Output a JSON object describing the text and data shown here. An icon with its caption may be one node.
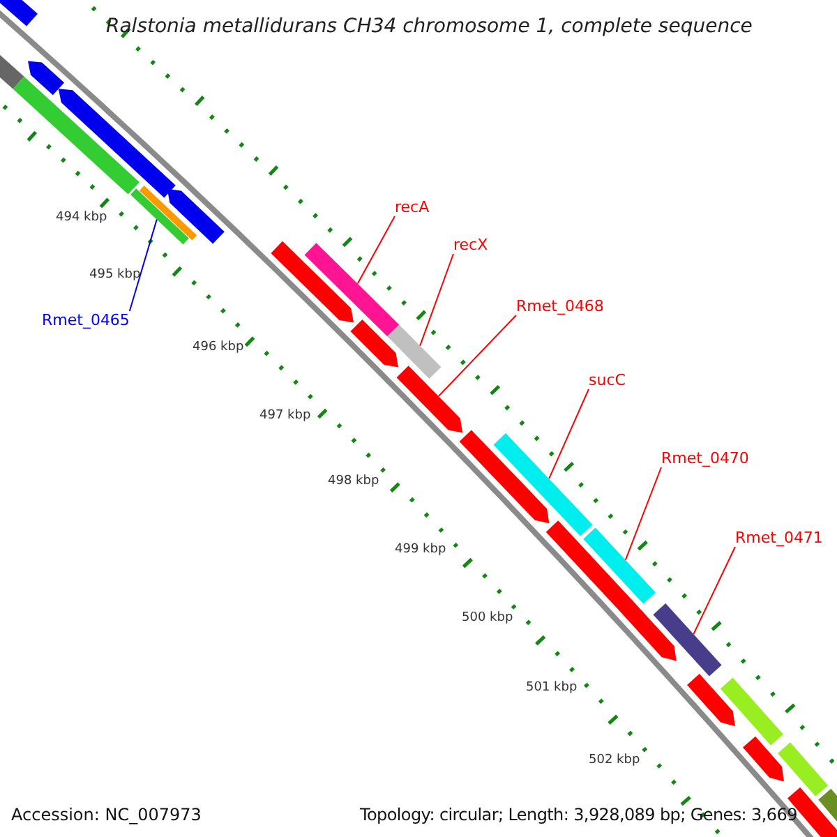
{
  "diagram": {
    "title": "Ralstonia metallidurans CH34 chromosome 1, complete sequence",
    "nodes": [
      {
        "text": [
          "Rmet_0465"
        ]
      },
      {
        "text": [],
        "shape": "bar"
      },
      {
        "text": [
          "recA"
        ]
      },
      {
        "text": [],
        "shape": "bar"
      },
      {
        "text": [
          "recX"
        ]
      },
      {
        "text": [],
        "shape": "bar"
      },
      {
        "text": [
          "Rmet_0468"
        ]
      },
      {
        "text": [],
        "shape": "bar"
      },
      {
        "text": [
          "sucC"
        ]
      },
      {
        "text": [],
        "shape": "bar"
      },
      {
        "text": [
          "Rmet_0470"
        ]
      },
      {
        "text": [],
        "shape": "bar"
      },
      {
        "text": [
          "Rmet_0471"
        ]
      },
      {
        "text": [],
        "shape": "bar"
      }
    ],
    "edges": [
      {
        "from": 0,
        "to": 1,
        "arrow": "none",
        "color": "#0000ff"
      },
      {
        "from": 2,
        "to": 3,
        "arrow": "none"
      },
      {
        "from": 4,
        "to": 5,
        "arrow": "none"
      },
      {
        "from": 6,
        "to": 7,
        "arrow": "none"
      },
      {
        "from": 8,
        "to": 9,
        "arrow": "none"
      },
      {
        "from": 10,
        "to": 11,
        "arrow": "none"
      },
      {
        "from": 12,
        "to": 13,
        "arrow": "none"
      }
    ],
    "labels": [
      "494 kbp",
      "495 kbp",
      "496 kbp",
      "497 kbp",
      "498 kbp",
      "499 kbp",
      "500 kbp",
      "501 kbp",
      "502 kbp",
      "Accession: NC_007973",
      "Topology: circular; Length: 3,928,089 bp; Genes: 3,669"
    ]
  }
}
